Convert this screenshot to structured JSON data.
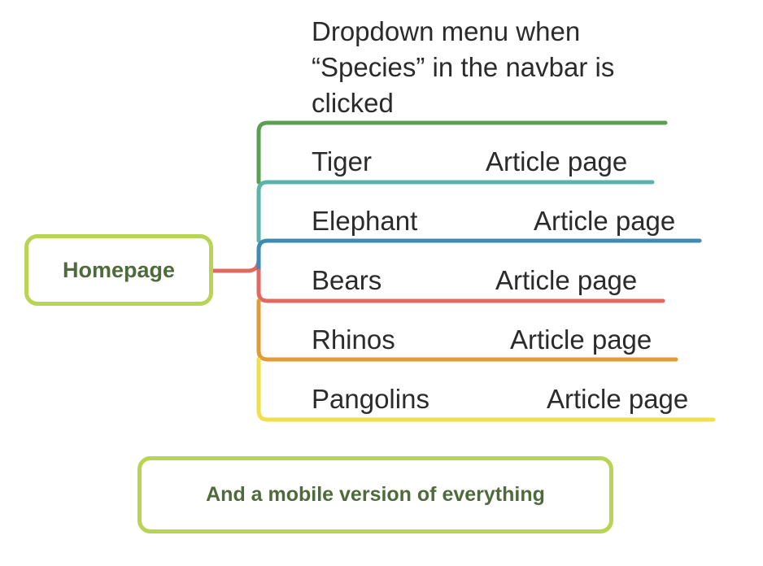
{
  "root": {
    "label": "Homepage"
  },
  "menu_heading": "Dropdown menu when “Species” in the navbar is clicked",
  "branches": [
    {
      "label": "Tiger",
      "target": "Article page",
      "color": "#5b9f53"
    },
    {
      "label": "Elephant",
      "target": "Article page",
      "color": "#5bb3ae"
    },
    {
      "label": "Bears",
      "target": "Article page",
      "color": "#3f8ab3"
    },
    {
      "label": "Rhinos",
      "target": "Article page",
      "color": "#e06a60"
    },
    {
      "label": "Pangolins",
      "target": "Article page",
      "color": "#e09c3a"
    }
  ],
  "bottom_branch_color": "#f1df4c",
  "note": "And a mobile version of everything",
  "box_border_color": "#b7d553",
  "box_text_color": "#4e6b3c"
}
